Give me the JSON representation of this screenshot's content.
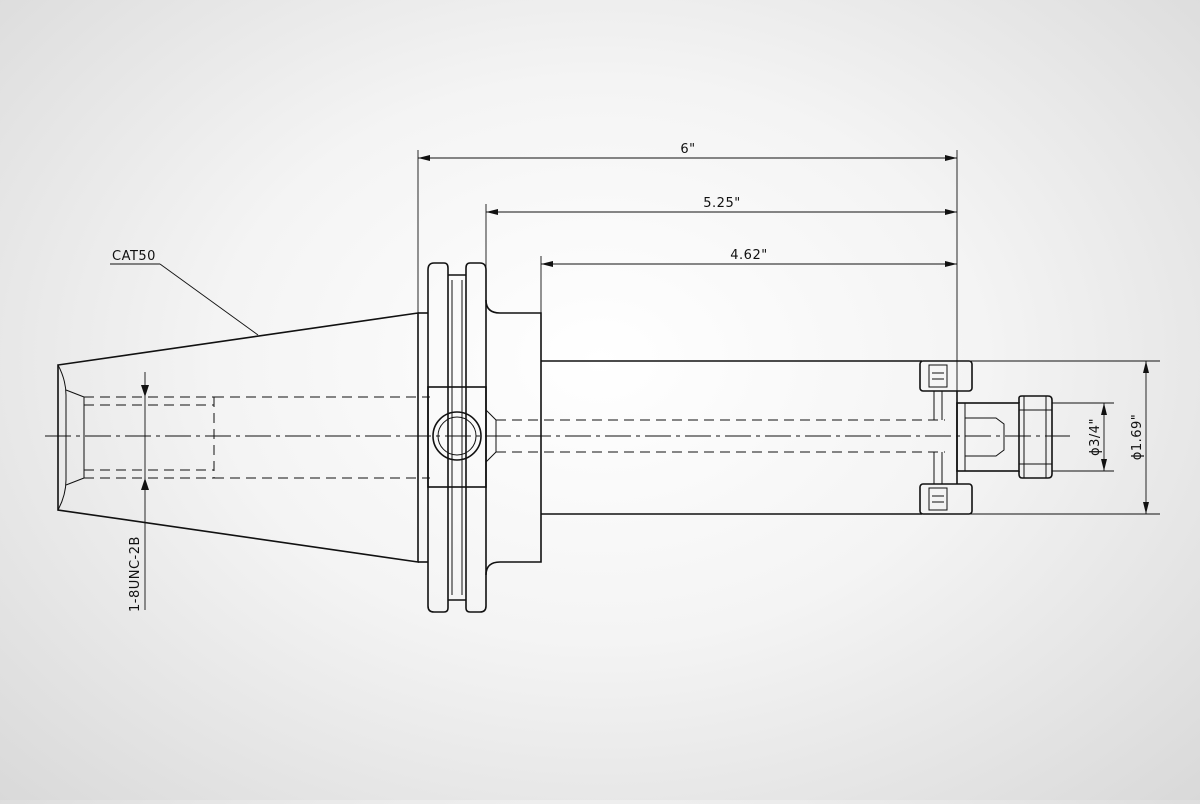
{
  "drawing": {
    "line_color": "#111111",
    "background_color": "#f4f4f4",
    "labels": {
      "taper": "CAT50",
      "thread": "1-8UNC-2B"
    },
    "dimensions": {
      "length_overall": "6\"",
      "length_from_flange": "5.25\"",
      "length_shank": "4.62\"",
      "diameter_bore": "ϕ3/4\"",
      "diameter_body": "ϕ1.69\""
    }
  }
}
